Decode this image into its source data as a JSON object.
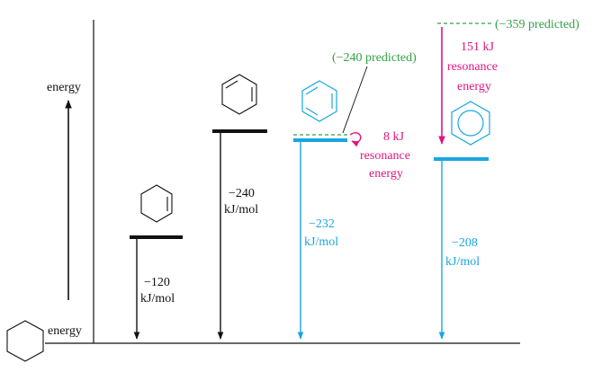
{
  "axis": {
    "y_label": "energy",
    "baseline_label": "energy"
  },
  "levels": {
    "cyclohexene": {
      "value": "−120",
      "unit": "kJ/mol"
    },
    "cyclohexadiene": {
      "value": "−240",
      "unit": "kJ/mol"
    },
    "predicted_diene": {
      "value": "−232",
      "unit": "kJ/mol"
    },
    "benzene": {
      "value": "−208",
      "unit": "kJ/mol"
    }
  },
  "annotations": {
    "predicted_240": "(−240 predicted)",
    "predicted_359": "(−359 predicted)",
    "resonance_8": {
      "amount": "8 kJ",
      "line1": "resonance",
      "line2": "energy"
    },
    "resonance_151": {
      "amount": "151 kJ",
      "line1": "resonance",
      "line2": "energy"
    }
  },
  "colors": {
    "black": "#111111",
    "blue": "#19a6e0",
    "magenta": "#e0157e",
    "green": "#33a04a"
  }
}
